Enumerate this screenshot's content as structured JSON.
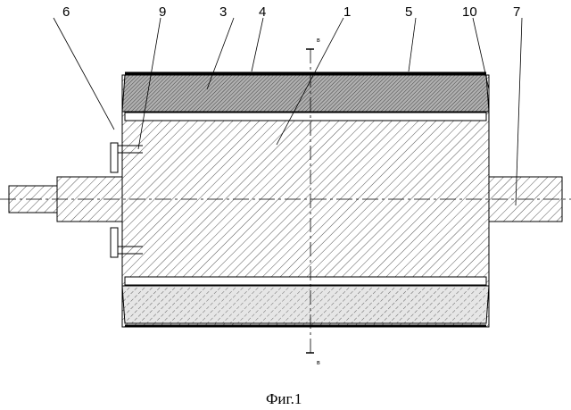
{
  "figure": {
    "caption": "Фиг.1",
    "section_marker": "в",
    "labels": {
      "part_1": "1",
      "part_3": "3",
      "part_4": "4",
      "part_5": "5",
      "part_6": "6",
      "part_7": "7",
      "part_9": "9",
      "part_10": "10"
    }
  }
}
